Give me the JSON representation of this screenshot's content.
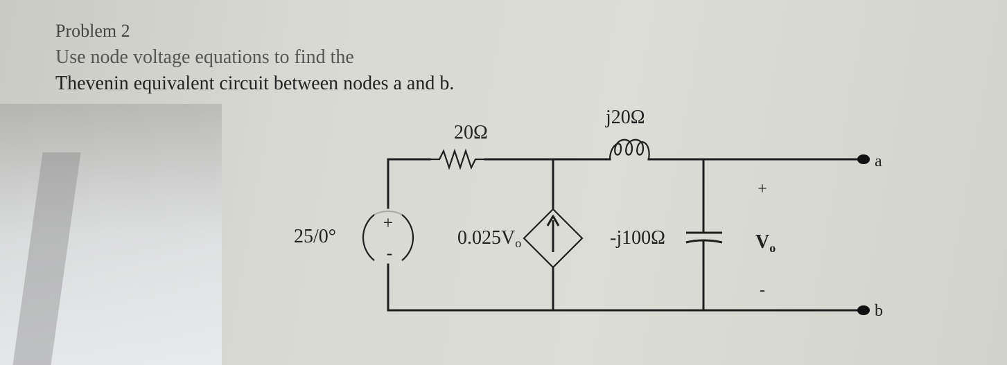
{
  "problem": {
    "title": "Problem 2",
    "line1": "Use node voltage equations to find the",
    "line2": "Thevenin equivalent circuit between nodes a and b."
  },
  "circuit": {
    "resistor_label": "20Ω",
    "inductor_label": "j20Ω",
    "capacitor_label": "-j100Ω",
    "source_label": "25/0°",
    "source_plus": "+",
    "source_minus": "-",
    "dependent_source_label": "0.025V",
    "dependent_source_sub": "o",
    "output_plus": "+",
    "output_minus": "-",
    "output_voltage_label": "V",
    "output_voltage_sub": "o",
    "node_a": "a",
    "node_b": "b"
  },
  "colors": {
    "wire": "#1e1e1e",
    "paper": "#dcddd6"
  }
}
